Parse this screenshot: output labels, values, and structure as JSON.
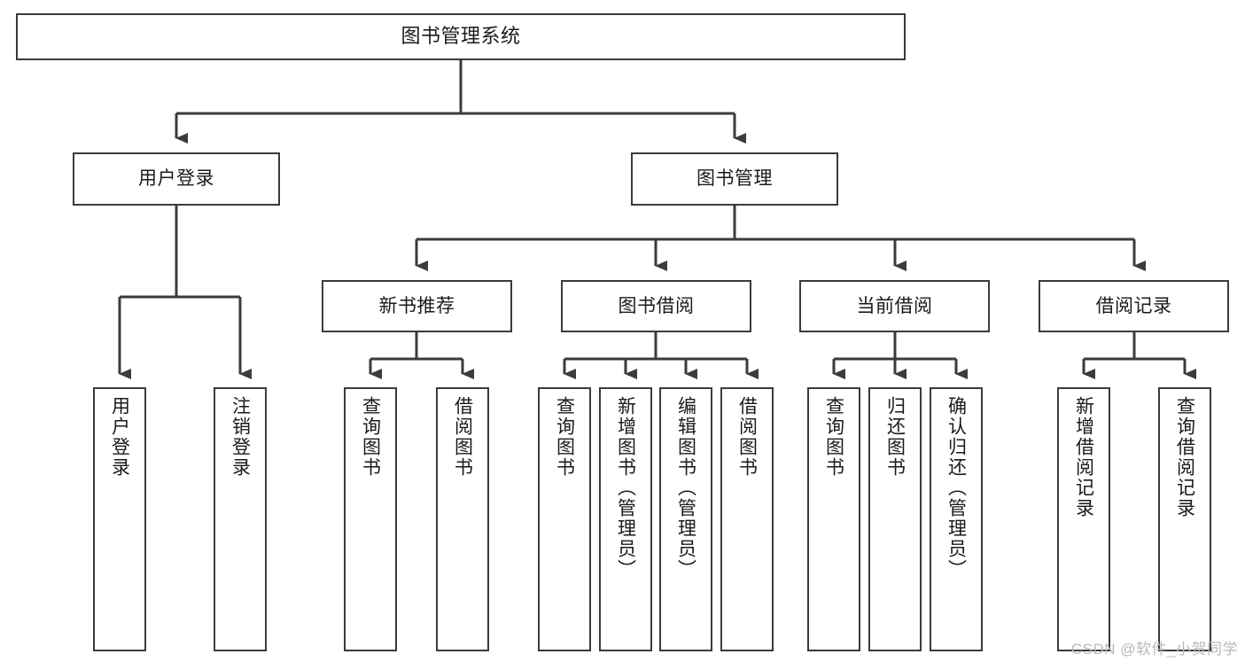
{
  "diagram": {
    "title": "图书管理系统",
    "type": "tree-structure-chart",
    "watermark": "CSDN @软件_小贺同学",
    "colors": {
      "box_border": "#3b3b3b",
      "box_fill": "#ffffff",
      "connector": "#3b3b3b",
      "text": "#1a1a1a",
      "watermark": "#b9b9b9",
      "background": "#ffffff"
    },
    "nodes": {
      "root": {
        "label": "图书管理系统"
      },
      "level2": [
        {
          "id": "user-login",
          "label": "用户登录"
        },
        {
          "id": "book-management",
          "label": "图书管理"
        }
      ],
      "level3": [
        {
          "id": "new-book-recommend",
          "label": "新书推荐"
        },
        {
          "id": "book-borrow",
          "label": "图书借阅"
        },
        {
          "id": "current-borrow",
          "label": "当前借阅"
        },
        {
          "id": "borrow-record",
          "label": "借阅记录"
        }
      ],
      "leaves": {
        "user-login": [
          {
            "id": "leaf-user-login",
            "label": "用户登录"
          },
          {
            "id": "leaf-logout-login",
            "label": "注销登录"
          }
        ],
        "new-book-recommend": [
          {
            "id": "leaf-query-book-1",
            "label": "查询图书"
          },
          {
            "id": "leaf-borrow-book-1",
            "label": "借阅图书"
          }
        ],
        "book-borrow": [
          {
            "id": "leaf-query-book-2",
            "label": "查询图书"
          },
          {
            "id": "leaf-add-book",
            "label": "新增图书（管理员）"
          },
          {
            "id": "leaf-edit-book",
            "label": "编辑图书（管理员）"
          },
          {
            "id": "leaf-borrow-book-2",
            "label": "借阅图书"
          }
        ],
        "current-borrow": [
          {
            "id": "leaf-query-book-3",
            "label": "查询图书"
          },
          {
            "id": "leaf-return-book",
            "label": "归还图书"
          },
          {
            "id": "leaf-confirm-return",
            "label": "确认归还（管理员）"
          }
        ],
        "borrow-record": [
          {
            "id": "leaf-add-record",
            "label": "新增借阅记录"
          },
          {
            "id": "leaf-query-record",
            "label": "查询借阅记录"
          }
        ]
      }
    }
  }
}
